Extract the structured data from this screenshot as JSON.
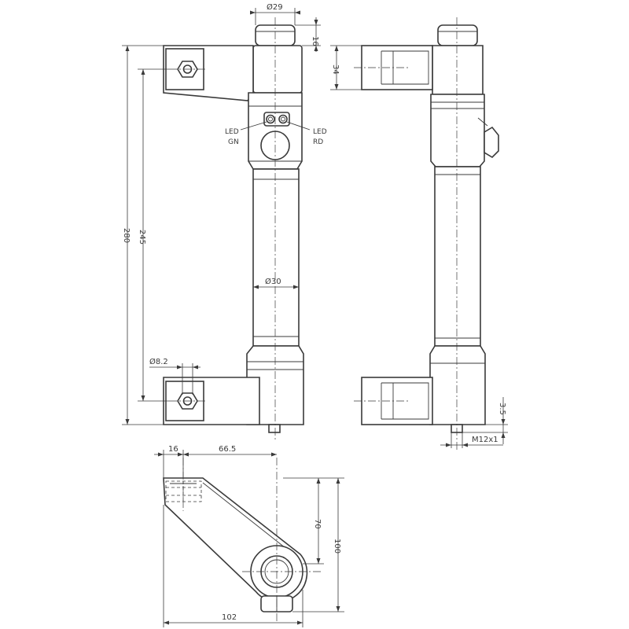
{
  "dimensions": {
    "dia_top": "Ø29",
    "cap_height": "16",
    "overall_height": "280",
    "inner_height": "245",
    "tube_dia": "Ø30",
    "hole_dia": "Ø8.2",
    "bracket_height": "34",
    "pin_length": "3.5",
    "thread": "M12x1",
    "offset_16": "16",
    "offset_66": "66.5",
    "depth_70": "70",
    "depth_100": "100",
    "width_102": "102"
  },
  "labels": {
    "led_gn_1": "LED",
    "led_gn_2": "GN",
    "led_rd_1": "LED",
    "led_rd_2": "RD"
  },
  "colors": {
    "line": "#3a3a3a",
    "background": "#ffffff"
  }
}
